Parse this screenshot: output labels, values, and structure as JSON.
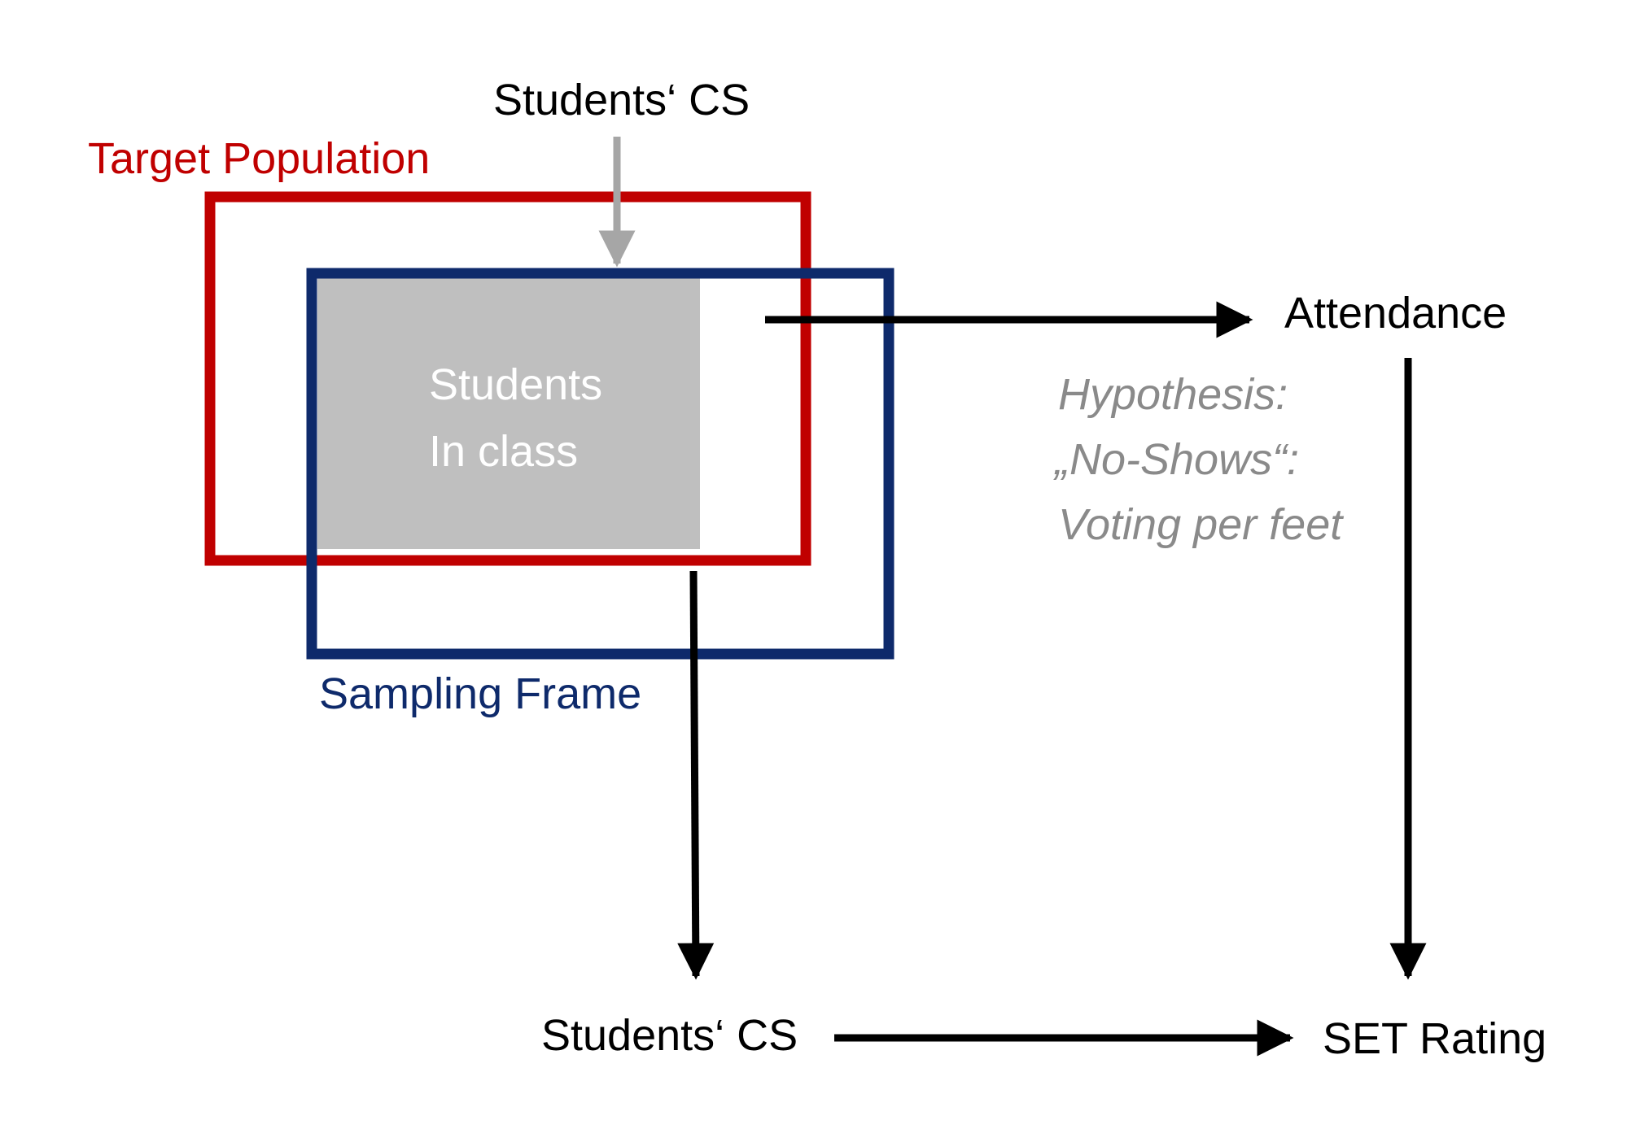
{
  "labels": {
    "students_cs_top": "Students‘ CS",
    "target_population": "Target Population",
    "sampling_frame": "Sampling Frame",
    "students_in_class_line1": "Students",
    "students_in_class_line2": "In class",
    "attendance": "Attendance",
    "hypothesis_line1": "Hypothesis:",
    "hypothesis_line2": "„No-Shows“:",
    "hypothesis_line3": "Voting per feet",
    "students_cs_bottom": "Students‘ CS",
    "set_rating": "SET Rating"
  },
  "colors": {
    "target_population": "#c00000",
    "sampling_frame": "#0e2a6b",
    "students_in_class_fill": "#bfbfbf",
    "arrow_black": "#000000",
    "arrow_gray": "#a6a6a6",
    "hypothesis_text": "#8a8a8a"
  }
}
